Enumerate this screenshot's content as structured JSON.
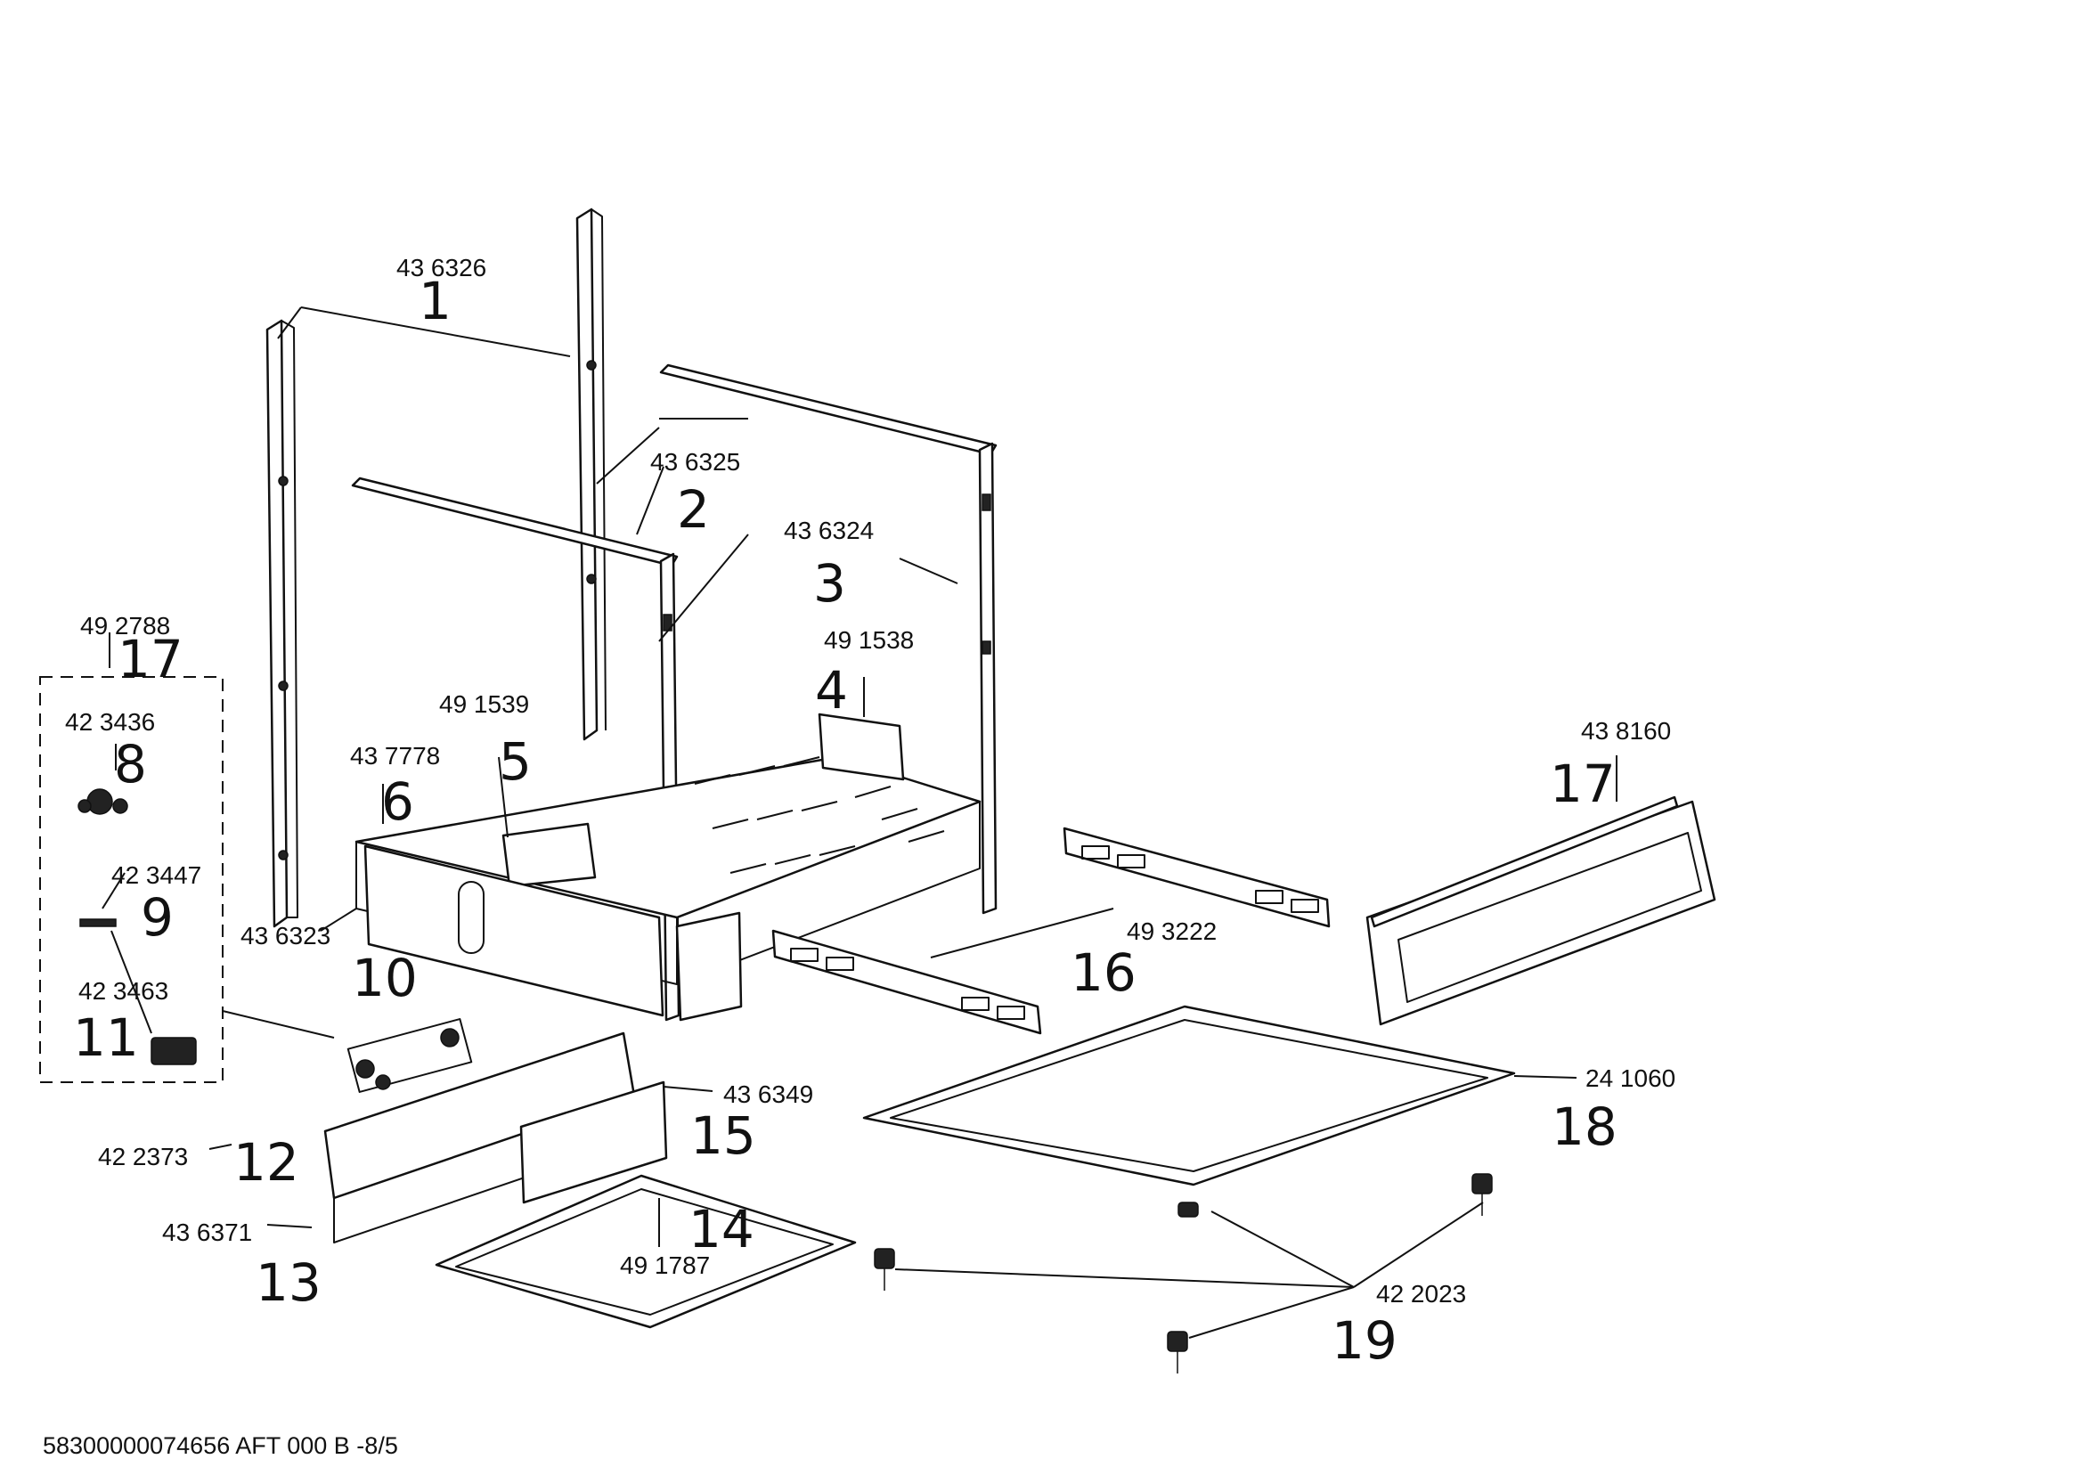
{
  "diagram": {
    "items": [
      {
        "id": "1",
        "item": "1",
        "part": "43 6326"
      },
      {
        "id": "2",
        "item": "2",
        "part": "43 6325"
      },
      {
        "id": "3",
        "item": "3",
        "part": "43 6324"
      },
      {
        "id": "4",
        "item": "4",
        "part": "49 1538"
      },
      {
        "id": "5",
        "item": "5",
        "part": "49 1539"
      },
      {
        "id": "6",
        "item": "6",
        "part": "43 7778"
      },
      {
        "id": "7",
        "item": "17",
        "part": "49 2788"
      },
      {
        "id": "8",
        "item": "8",
        "part": "42 3436"
      },
      {
        "id": "9",
        "item": "9",
        "part": "42 3447"
      },
      {
        "id": "10",
        "item": "10",
        "part": "43 6323"
      },
      {
        "id": "11",
        "item": "11",
        "part": "42 3463"
      },
      {
        "id": "12",
        "item": "12",
        "part": "42 2373"
      },
      {
        "id": "13",
        "item": "13",
        "part": "43 6371"
      },
      {
        "id": "14",
        "item": "14",
        "part": "49 1787"
      },
      {
        "id": "15",
        "item": "15",
        "part": "43 6349"
      },
      {
        "id": "16",
        "item": "16",
        "part": "49 3222"
      },
      {
        "id": "17",
        "item": "17",
        "part": "43 8160"
      },
      {
        "id": "18",
        "item": "18",
        "part": "24 1060"
      },
      {
        "id": "19",
        "item": "19",
        "part": "42 2023"
      }
    ],
    "footer": "58300000074656 AFT 000 B -8/5"
  }
}
